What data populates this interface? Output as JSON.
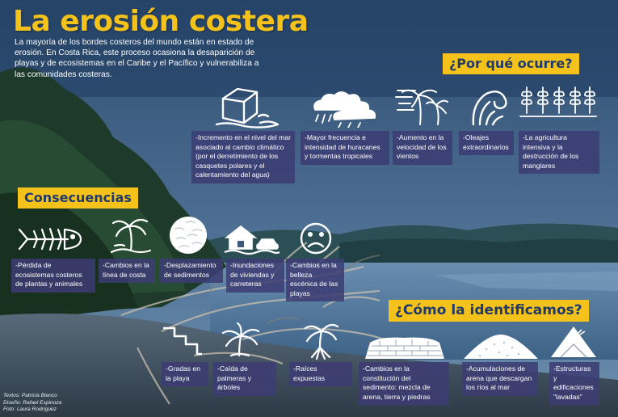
{
  "header": {
    "title": "La erosión costera",
    "intro": "La mayoría de los bordes costeros del mundo están en estado de erosión. En Costa Rica, este proceso ocasiona la desaparición de playas y de ecosistemas en el Caribe y el Pacífico y vulnerabiliza a las comunidades costeras."
  },
  "why": {
    "heading": "¿Por qué ocurre?",
    "items": [
      {
        "icon": "melting-ice-icon",
        "text": "-Incremento en el nivel del mar asociado al cambio climático (por el derretimiento de los casquetes polares y el calentamiento del agua)"
      },
      {
        "icon": "storm-clouds-icon",
        "text": "-Mayor frecuencia e intensidad de huracanes y tormentas tropicales"
      },
      {
        "icon": "windy-palms-icon",
        "text": "-Aumento en la velocidad de los vientos"
      },
      {
        "icon": "wave-icon",
        "text": "-Oleajes extraordinarios"
      },
      {
        "icon": "crops-icon",
        "text": "-La agricultura intensiva y la destrucción de los manglares"
      }
    ]
  },
  "consequences": {
    "heading": "Consecuencias",
    "items": [
      {
        "icon": "fish-skeleton-icon",
        "text": "-Pérdida de ecosistemas costeros de plantas y animales"
      },
      {
        "icon": "palm-coast-icon",
        "text": "-Cambios en la línea de costa"
      },
      {
        "icon": "sediment-icon",
        "text": "-Desplazamiento de sedimentos"
      },
      {
        "icon": "flooded-house-icon",
        "text": "-Inundaciones de viviendas y carreteras"
      },
      {
        "icon": "sad-face-icon",
        "text": "-Cambios en la belleza escénica de las playas"
      }
    ]
  },
  "identify": {
    "heading": "¿Cómo la identificamos?",
    "items": [
      {
        "icon": "steps-icon",
        "text": "-Gradas en la playa"
      },
      {
        "icon": "fallen-palm-icon",
        "text": "-Caída de palmeras y árboles"
      },
      {
        "icon": "exposed-roots-icon",
        "text": "-Raíces expuestas"
      },
      {
        "icon": "sediment-layers-icon",
        "text": "-Cambios en la constitución del sedimento: mezcla de arena, tierra y piedras"
      },
      {
        "icon": "sand-pile-icon",
        "text": "-Acumulaciones de arena que descargan los ríos al mar"
      },
      {
        "icon": "washed-structure-icon",
        "text": "-Estructuras y edificaciones \"lavadas\""
      }
    ]
  },
  "credits": {
    "texts": "Textos: Patricia Blanco",
    "design": "Diseño: Rafael Espinoza",
    "photo": "Foto: Laura Rodríguez"
  },
  "colors": {
    "accent": "#f4c21a",
    "heading_text": "#1f3a6b",
    "box": "#3c3c73"
  }
}
